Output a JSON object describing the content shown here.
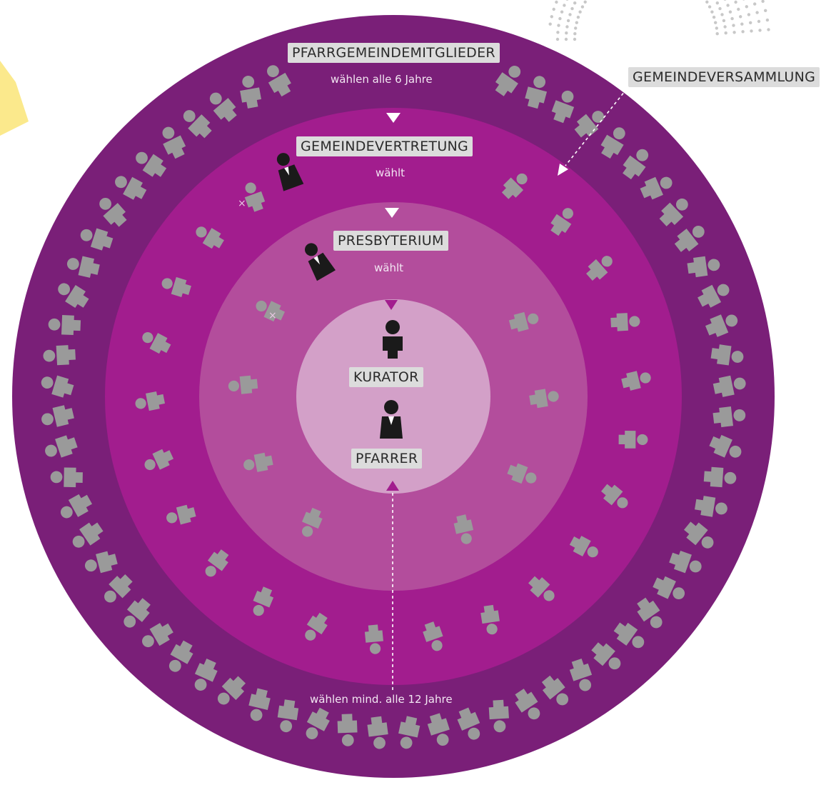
{
  "colors": {
    "ring_outer": "#7a1f78",
    "ring_second": "#a21d8e",
    "ring_third": "#b34d9c",
    "center": "#d3a0c8",
    "person_grey": "#9a9a9a",
    "official_black": "#1a1a1a",
    "label_bg": "#dcdcdc",
    "accent_yellow": "#fbe98c"
  },
  "labels": {
    "members": "PFARRGEMEINDEMITGLIEDER",
    "members_note": "wählen alle 6 Jahre",
    "representatives": "GEMEINDEVERTRETUNG",
    "representatives_note": "wählt",
    "presbytery": "PRESBYTERIUM",
    "presbytery_note": "wählt",
    "curator": "KURATOR",
    "pastor": "PFARRER",
    "pastor_note": "wählen mind. alle 12 Jahre",
    "assembly": "GEMEINDEVERSAMMLUNG"
  },
  "icons": {
    "person": "person-icon",
    "pastor": "pastor-icon",
    "curator": "curator-icon",
    "arrow": "triangle-arrow-icon"
  }
}
